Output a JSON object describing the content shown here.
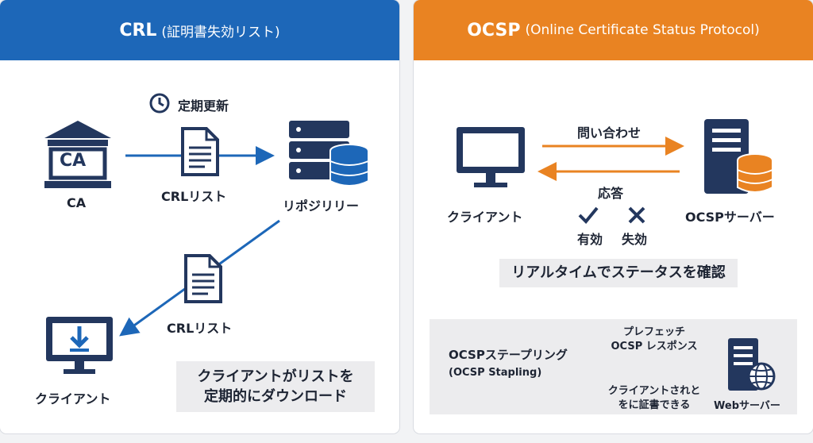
{
  "crl": {
    "title": "CRL",
    "subtitle": "(証明書失効リスト)",
    "ca_badge": "CA",
    "ca_label": "CA",
    "periodic_label": "定期更新",
    "crl_list_label_1": "CRLリスト",
    "repository_label": "リポジリリー",
    "crl_list_label_2": "CRLリスト",
    "client_label": "クライアント",
    "note_line1": "クライアントがリストを",
    "note_line2": "定期的にダウンロード"
  },
  "ocsp": {
    "title": "OCSP",
    "subtitle": "(Online Certificate Status Protocol)",
    "query_label": "問い合わせ",
    "response_label": "応答",
    "client_label": "クライアント",
    "server_label": "OCSPサーバー",
    "valid_label": "有効",
    "revoked_label": "失効",
    "realtime_note": "リアルタイムでステータスを確認",
    "stapling_title": "OCSPステープリング",
    "stapling_sub": "(OCSP Stapling)",
    "prefetch_line1": "プレフェッチ",
    "prefetch_line2": "OCSP レスポンス",
    "send_line1": "クライアントされと",
    "send_line2": "をに証書できる",
    "web_server_label": "Webサーバー"
  },
  "colors": {
    "blue": "#1d67b8",
    "orange": "#e98322",
    "navy": "#23375e"
  },
  "icons": [
    "bank-icon",
    "document-icon",
    "database-server-icon",
    "monitor-download-icon",
    "clock-icon",
    "monitor-icon",
    "check-icon",
    "cross-icon",
    "globe-icon"
  ]
}
